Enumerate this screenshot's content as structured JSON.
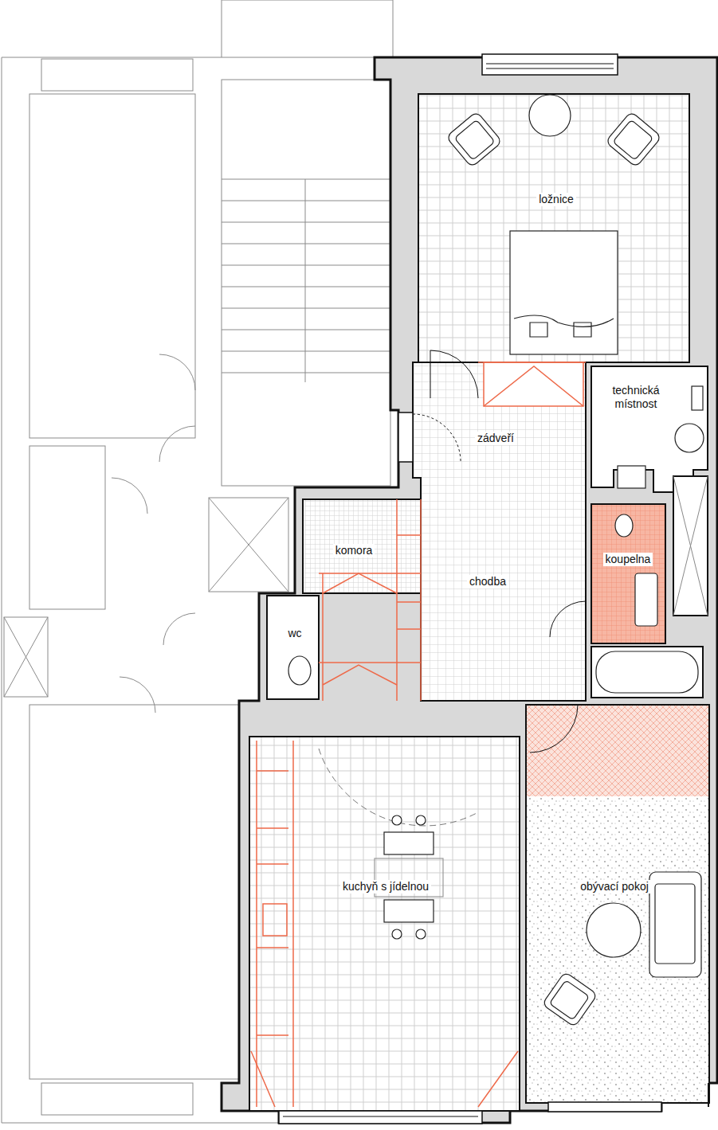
{
  "diagram": {
    "nodes": [
      {
        "text": [
          "ložnice"
        ]
      },
      {
        "text": [
          "technická místnost"
        ]
      },
      {
        "text": [
          "zádveří"
        ]
      },
      {
        "text": [
          "komora"
        ]
      },
      {
        "text": [
          "chodba"
        ]
      },
      {
        "text": [
          "koupelna"
        ]
      },
      {
        "text": [
          "wc"
        ]
      },
      {
        "text": [
          "kuchyň s jídelnou"
        ]
      },
      {
        "text": [
          "obývací pokoj"
        ]
      }
    ]
  }
}
